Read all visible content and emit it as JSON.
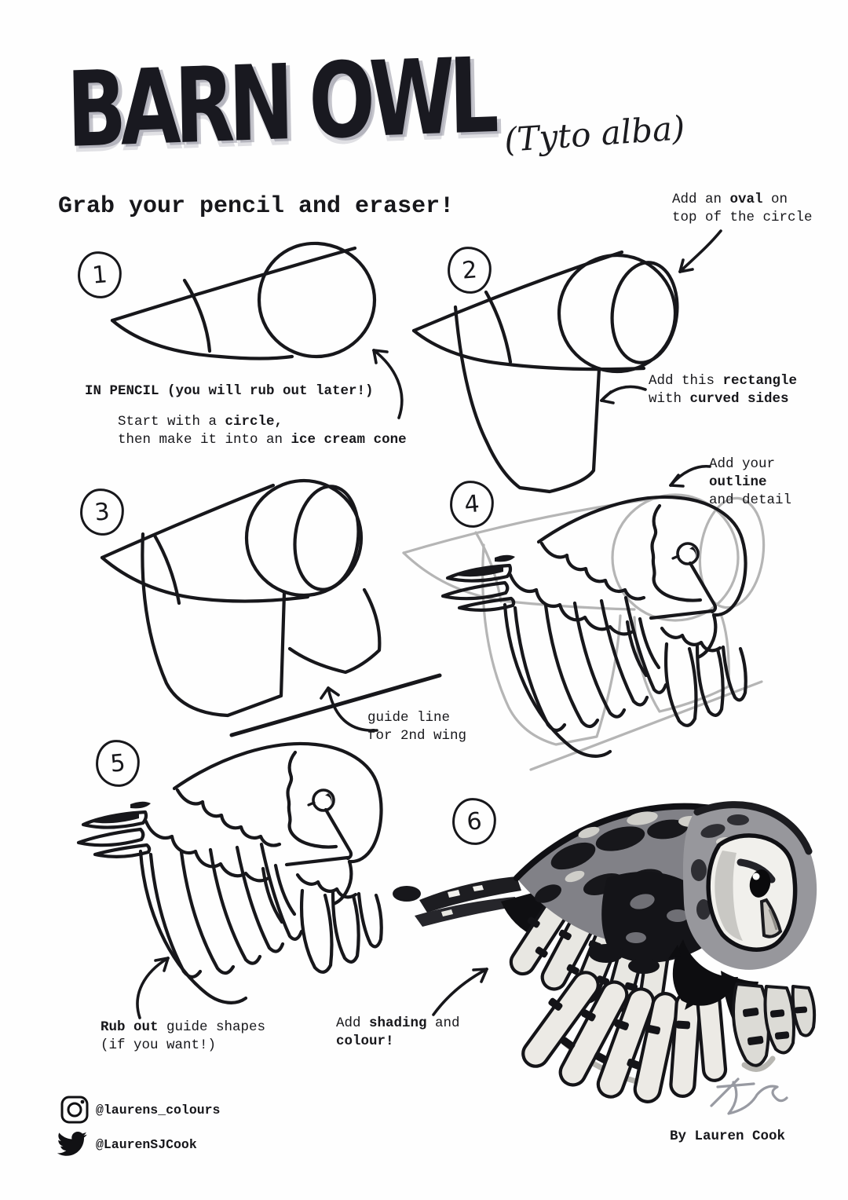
{
  "page": {
    "paper_color": "#fefefe",
    "ink_color": "#17171b",
    "guide_gray_color": "#b5b5b5",
    "marker_shadow_color": "#767888"
  },
  "header": {
    "title": "BARN OWL",
    "subtitle": "(Tyto alba)"
  },
  "intro": {
    "heading": "Grab your pencil and eraser!"
  },
  "steps": [
    {
      "number": "1"
    },
    {
      "number": "2"
    },
    {
      "number": "3"
    },
    {
      "number": "4"
    },
    {
      "number": "5"
    },
    {
      "number": "6"
    }
  ],
  "annotations": {
    "step1_pencil": {
      "lines": [
        [
          {
            "t": "IN PENCIL (you will rub out later!)",
            "b": true
          }
        ]
      ]
    },
    "step1_start": {
      "lines": [
        [
          {
            "t": "Start with a ",
            "b": false
          },
          {
            "t": "circle,",
            "b": true
          }
        ],
        [
          {
            "t": "then make it into an ",
            "b": false
          },
          {
            "t": "ice cream cone",
            "b": true
          }
        ]
      ]
    },
    "step2_oval": {
      "lines": [
        [
          {
            "t": "Add an ",
            "b": false
          },
          {
            "t": "oval",
            "b": true
          },
          {
            "t": " on",
            "b": false
          }
        ],
        [
          {
            "t": "top of the circle",
            "b": false
          }
        ]
      ]
    },
    "step2_rect": {
      "lines": [
        [
          {
            "t": "Add this ",
            "b": false
          },
          {
            "t": "rectangle",
            "b": true
          }
        ],
        [
          {
            "t": "with ",
            "b": false
          },
          {
            "t": "curved sides",
            "b": true
          }
        ]
      ]
    },
    "step3_guide": {
      "lines": [
        [
          {
            "t": "guide line",
            "b": false
          }
        ],
        [
          {
            "t": "for 2nd wing",
            "b": false
          }
        ]
      ]
    },
    "step4_outline": {
      "lines": [
        [
          {
            "t": "Add your",
            "b": false
          }
        ],
        [
          {
            "t": "outline",
            "b": true
          }
        ],
        [
          {
            "t": "and detail",
            "b": false
          }
        ]
      ]
    },
    "step5_rubout": {
      "lines": [
        [
          {
            "t": "Rub out",
            "b": true
          },
          {
            "t": " guide shapes",
            "b": false
          }
        ],
        [
          {
            "t": "(if you want!)",
            "b": false
          }
        ]
      ]
    },
    "step6_shade": {
      "lines": [
        [
          {
            "t": "Add ",
            "b": false
          },
          {
            "t": "shading",
            "b": true
          },
          {
            "t": " and",
            "b": false
          }
        ],
        [
          {
            "t": "colour!",
            "b": true
          }
        ]
      ]
    }
  },
  "footer": {
    "instagram_handle": "@laurens_colours",
    "twitter_handle": "@LaurenSJCook",
    "credit": "By Lauren Cook"
  },
  "icons": {
    "instagram": "instagram-icon",
    "twitter": "twitter-bird-icon",
    "arrow": "curved-arrow-icon",
    "signature": "signature-scribble"
  }
}
